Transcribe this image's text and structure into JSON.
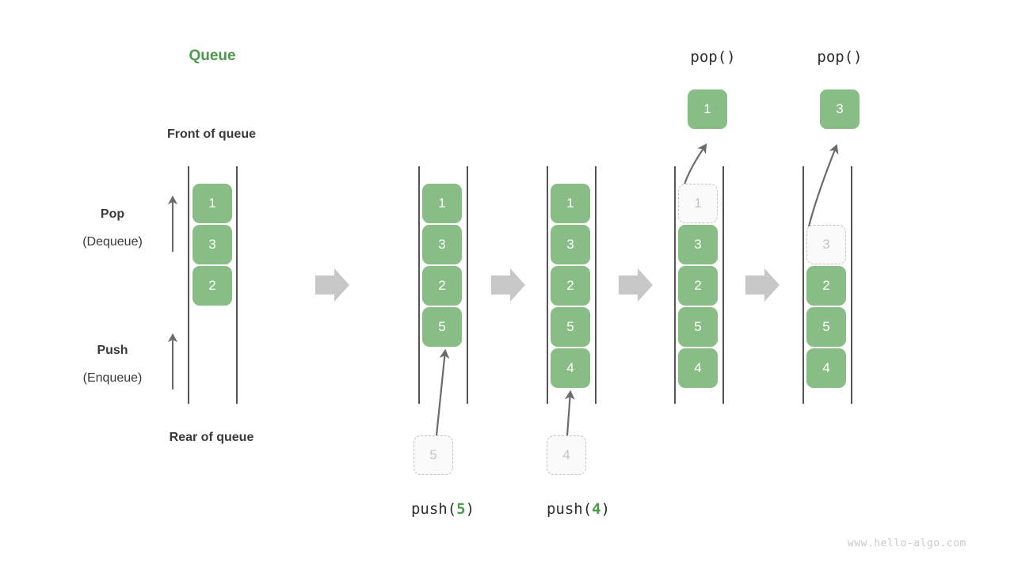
{
  "diagram": {
    "title": "Queue",
    "accent_green": "#4c9a4c",
    "box_green": "#89bd86",
    "ghost_gray": "#c4c4c4",
    "arrow_gray": "#6b6b6b",
    "step_arrow_gray": "#c7c7c7",
    "watermark": "www.hello-algo.com"
  },
  "labels": {
    "front_of_queue": "Front of queue",
    "rear_of_queue": "Rear of queue",
    "pop": "Pop",
    "pop_alt": "(Dequeue)",
    "push": "Push",
    "push_alt": "(Enqueue)"
  },
  "operations": {
    "push5_pre": "push(",
    "push5_num": "5",
    "push5_post": ")",
    "push4_pre": "push(",
    "push4_num": "4",
    "push4_post": ")",
    "pop1": "pop()",
    "pop2": "pop()"
  },
  "columns": [
    {
      "id": "initial",
      "caption": "",
      "boxes": [
        {
          "value": "1",
          "slot": 0,
          "state": "filled"
        },
        {
          "value": "3",
          "slot": 1,
          "state": "filled"
        },
        {
          "value": "2",
          "slot": 2,
          "state": "filled"
        }
      ],
      "incoming": null,
      "outgoing": null
    },
    {
      "id": "after-push-5",
      "caption": "push(5)",
      "boxes": [
        {
          "value": "1",
          "slot": 0,
          "state": "filled"
        },
        {
          "value": "3",
          "slot": 1,
          "state": "filled"
        },
        {
          "value": "2",
          "slot": 2,
          "state": "filled"
        },
        {
          "value": "5",
          "slot": 3,
          "state": "filled"
        }
      ],
      "incoming": {
        "value": "5",
        "state": "ghost"
      },
      "outgoing": null
    },
    {
      "id": "after-push-4",
      "caption": "push(4)",
      "boxes": [
        {
          "value": "1",
          "slot": 0,
          "state": "filled"
        },
        {
          "value": "3",
          "slot": 1,
          "state": "filled"
        },
        {
          "value": "2",
          "slot": 2,
          "state": "filled"
        },
        {
          "value": "5",
          "slot": 3,
          "state": "filled"
        },
        {
          "value": "4",
          "slot": 4,
          "state": "filled"
        }
      ],
      "incoming": {
        "value": "4",
        "state": "ghost"
      },
      "outgoing": null
    },
    {
      "id": "after-pop-1",
      "caption": "pop()",
      "boxes": [
        {
          "value": "1",
          "slot": 0,
          "state": "ghost"
        },
        {
          "value": "3",
          "slot": 1,
          "state": "filled"
        },
        {
          "value": "2",
          "slot": 2,
          "state": "filled"
        },
        {
          "value": "5",
          "slot": 3,
          "state": "filled"
        },
        {
          "value": "4",
          "slot": 4,
          "state": "filled"
        }
      ],
      "incoming": null,
      "outgoing": {
        "value": "1",
        "state": "filled"
      }
    },
    {
      "id": "after-pop-3",
      "caption": "pop()",
      "boxes": [
        {
          "value": "3",
          "slot": 1,
          "state": "ghost"
        },
        {
          "value": "2",
          "slot": 2,
          "state": "filled"
        },
        {
          "value": "5",
          "slot": 3,
          "state": "filled"
        },
        {
          "value": "4",
          "slot": 4,
          "state": "filled"
        }
      ],
      "incoming": null,
      "outgoing": {
        "value": "3",
        "state": "filled"
      }
    }
  ]
}
